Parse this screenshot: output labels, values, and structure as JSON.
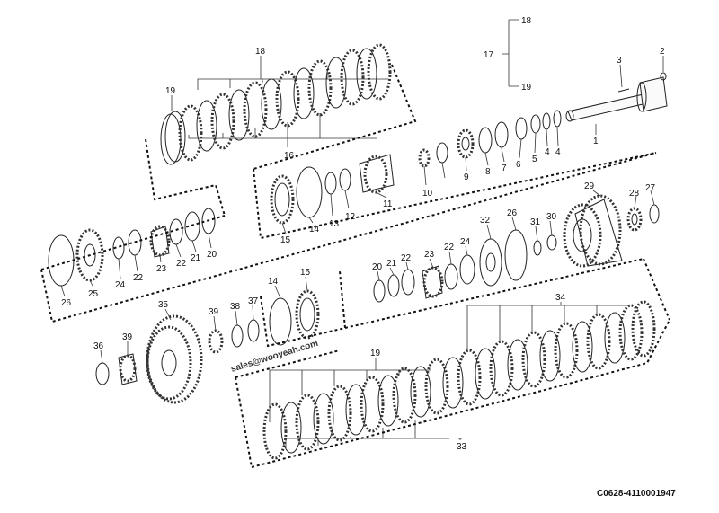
{
  "diagram": {
    "drawing_code": "C0628-4110001947",
    "watermark": "sales@wooyeah.com",
    "bracket_labels": {
      "top": "18",
      "parent": "17",
      "bottom": "19"
    }
  },
  "callouts": [
    {
      "id": "c-1",
      "text": "1"
    },
    {
      "id": "c-2",
      "text": "2"
    },
    {
      "id": "c-3",
      "text": "3"
    },
    {
      "id": "c-4a",
      "text": "4"
    },
    {
      "id": "c-4b",
      "text": "4"
    },
    {
      "id": "c-5",
      "text": "5"
    },
    {
      "id": "c-6",
      "text": "6"
    },
    {
      "id": "c-7",
      "text": "7"
    },
    {
      "id": "c-8",
      "text": "8"
    },
    {
      "id": "c-9",
      "text": "9"
    },
    {
      "id": "c-10",
      "text": "10"
    },
    {
      "id": "c-11",
      "text": "11"
    },
    {
      "id": "c-12",
      "text": "12"
    },
    {
      "id": "c-13",
      "text": "13"
    },
    {
      "id": "c-14a",
      "text": "14"
    },
    {
      "id": "c-15a",
      "text": "15"
    },
    {
      "id": "c-16",
      "text": "16"
    },
    {
      "id": "c-18",
      "text": "18"
    },
    {
      "id": "c-19a",
      "text": "19"
    },
    {
      "id": "c-20a",
      "text": "20"
    },
    {
      "id": "c-21a",
      "text": "21"
    },
    {
      "id": "c-22a",
      "text": "22"
    },
    {
      "id": "c-22b",
      "text": "22"
    },
    {
      "id": "c-23a",
      "text": "23"
    },
    {
      "id": "c-24a",
      "text": "24"
    },
    {
      "id": "c-25",
      "text": "25"
    },
    {
      "id": "c-26a",
      "text": "26"
    },
    {
      "id": "c-27",
      "text": "27"
    },
    {
      "id": "c-28",
      "text": "28"
    },
    {
      "id": "c-29",
      "text": "29"
    },
    {
      "id": "c-30",
      "text": "30"
    },
    {
      "id": "c-31",
      "text": "31"
    },
    {
      "id": "c-32",
      "text": "32"
    },
    {
      "id": "c-26b",
      "text": "26"
    },
    {
      "id": "c-20b",
      "text": "20"
    },
    {
      "id": "c-21b",
      "text": "21"
    },
    {
      "id": "c-22c",
      "text": "22"
    },
    {
      "id": "c-23b",
      "text": "23"
    },
    {
      "id": "c-22d",
      "text": "22"
    },
    {
      "id": "c-24b",
      "text": "24"
    },
    {
      "id": "c-14b",
      "text": "14"
    },
    {
      "id": "c-15b",
      "text": "15"
    },
    {
      "id": "c-35",
      "text": "35"
    },
    {
      "id": "c-36",
      "text": "36"
    },
    {
      "id": "c-39a",
      "text": "39"
    },
    {
      "id": "c-39b",
      "text": "39"
    },
    {
      "id": "c-38",
      "text": "38"
    },
    {
      "id": "c-37",
      "text": "37"
    },
    {
      "id": "c-34",
      "text": "34"
    },
    {
      "id": "c-19b",
      "text": "19"
    },
    {
      "id": "c-33",
      "text": "33"
    }
  ]
}
